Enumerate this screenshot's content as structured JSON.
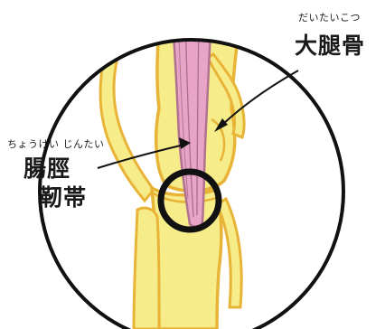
{
  "labels": {
    "femur": {
      "reading": "だいたいこつ",
      "kanji": "大腿骨"
    },
    "itb": {
      "reading": "ちょうけい じんたい",
      "kanji_line1": "腸脛",
      "kanji_line2": "靭帯"
    }
  },
  "colors": {
    "bone_fill": "#f7ec8a",
    "bone_outline": "#e8b437",
    "ligament_fill": "#e8a4c6",
    "ligament_stroke": "#b0728f",
    "ink": "#111111"
  },
  "icons": {
    "highlight_ring": "circle-marker-icon"
  }
}
